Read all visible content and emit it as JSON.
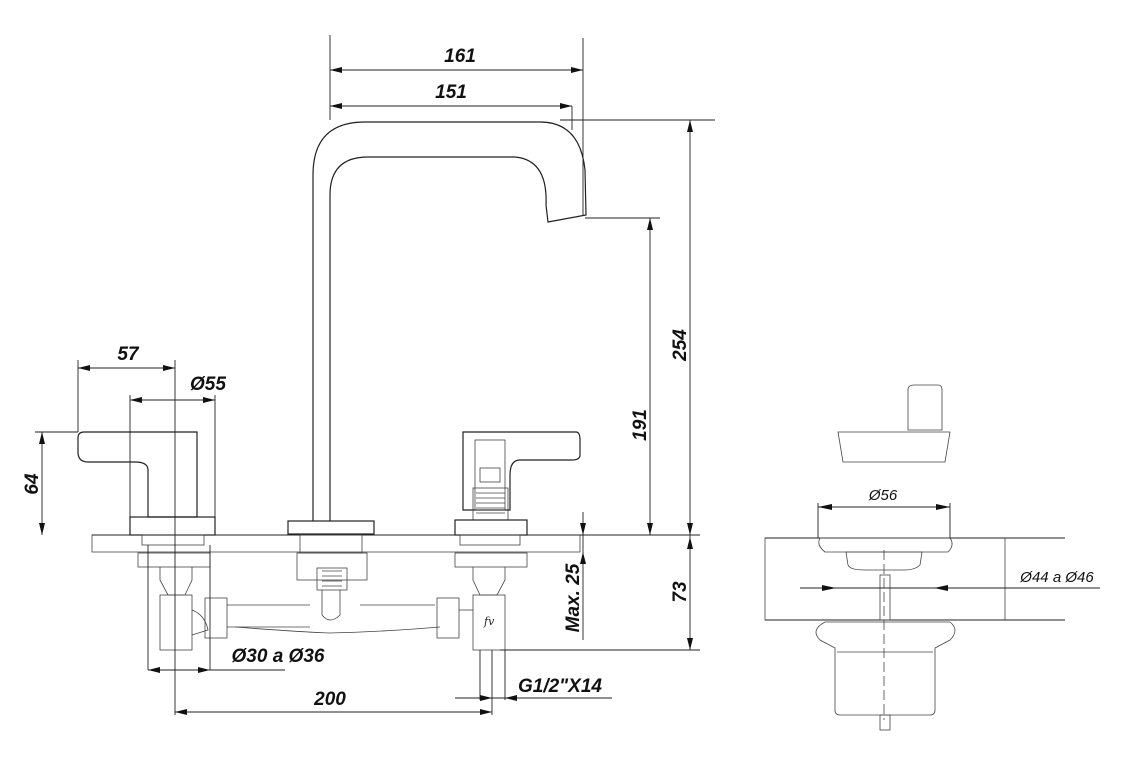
{
  "title": "Three-hole basin mixer technical drawing",
  "dimensions": {
    "spout_reach_outer": "161",
    "spout_reach_inner": "151",
    "handle_length": "57",
    "handle_diameter": "Ø55",
    "handle_height": "64",
    "total_height": "254",
    "spout_outlet_height": "191",
    "below_deck": "73",
    "max_deck_thickness": "Max. 25",
    "hole_diameter": "Ø30 a Ø36",
    "center_distance": "200",
    "connection_thread": "G1/2\"X14",
    "waste_diameter": "Ø56",
    "waste_hole_diameter": "Ø44 a Ø46"
  },
  "logo": "fv",
  "colors": {
    "line": "#222222",
    "background": "#ffffff"
  }
}
